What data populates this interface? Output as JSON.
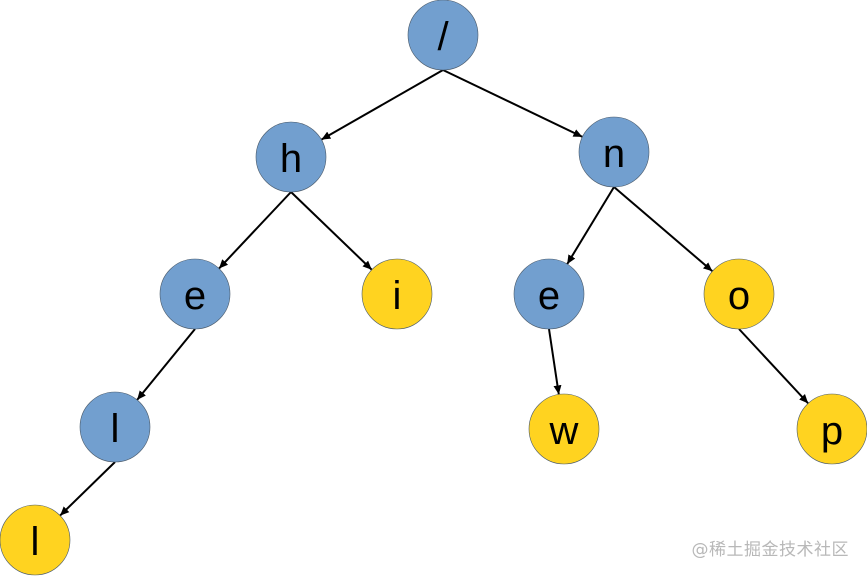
{
  "colors": {
    "inner_node": "#729fcf",
    "leaf_node": "#ffd320",
    "edge": "#000000",
    "label": "#000000"
  },
  "tree": {
    "nodes": [
      {
        "id": "root",
        "label": "/",
        "kind": "inner"
      },
      {
        "id": "h",
        "label": "h",
        "kind": "inner"
      },
      {
        "id": "n",
        "label": "n",
        "kind": "inner"
      },
      {
        "id": "h-e",
        "label": "e",
        "kind": "inner"
      },
      {
        "id": "h-i",
        "label": "i",
        "kind": "leaf"
      },
      {
        "id": "n-e",
        "label": "e",
        "kind": "inner"
      },
      {
        "id": "n-o",
        "label": "o",
        "kind": "leaf"
      },
      {
        "id": "h-e-l",
        "label": "l",
        "kind": "inner"
      },
      {
        "id": "n-e-w",
        "label": "w",
        "kind": "leaf"
      },
      {
        "id": "n-o-p",
        "label": "p",
        "kind": "leaf"
      },
      {
        "id": "h-e-l-l",
        "label": "l",
        "kind": "leaf"
      }
    ],
    "edges": [
      {
        "from": "root",
        "to": "h"
      },
      {
        "from": "root",
        "to": "n"
      },
      {
        "from": "h",
        "to": "h-e"
      },
      {
        "from": "h",
        "to": "h-i"
      },
      {
        "from": "n",
        "to": "n-e"
      },
      {
        "from": "n",
        "to": "n-o"
      },
      {
        "from": "h-e",
        "to": "h-e-l"
      },
      {
        "from": "h-e-l",
        "to": "h-e-l-l"
      },
      {
        "from": "n-e",
        "to": "n-e-w"
      },
      {
        "from": "n-o",
        "to": "n-o-p"
      }
    ]
  },
  "watermark": "@稀土掘金技术社区"
}
